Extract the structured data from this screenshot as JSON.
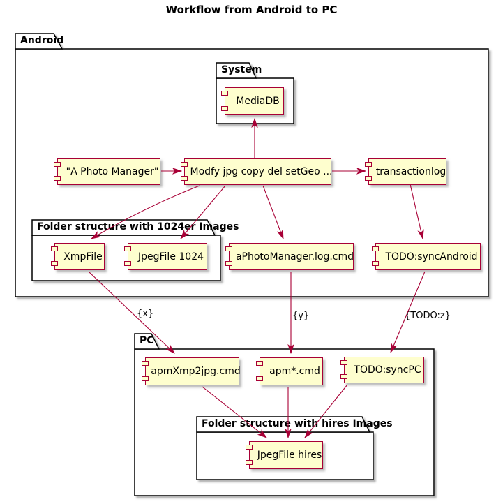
{
  "title": "Workflow from Android to PC",
  "packages": {
    "android": {
      "label": "Android"
    },
    "system": {
      "label": "System"
    },
    "folder1024": {
      "label": "Folder structure with 1024er Images"
    },
    "pc": {
      "label": "PC"
    },
    "folder_hires": {
      "label": "Folder structure with hires Images"
    }
  },
  "components": {
    "mediadb": {
      "label": "MediaDB"
    },
    "photo_manager": {
      "label": "\"A Photo Manager\""
    },
    "modfy": {
      "label": "Modfy jpg copy del setGeo ..."
    },
    "transactionlog": {
      "label": "transactionlog"
    },
    "xmpfile": {
      "label": "XmpFile"
    },
    "jpegfile1024": {
      "label": "JpegFile 1024"
    },
    "log_cmd": {
      "label": "aPhotoManager.log.cmd"
    },
    "todo_sync_android": {
      "label": "TODO:syncAndroid"
    },
    "apmxmp2jpg": {
      "label": "apmXmp2jpg.cmd"
    },
    "apm_cmd": {
      "label": "apm*.cmd"
    },
    "todo_sync_pc": {
      "label": "TODO:syncPC"
    },
    "jpegfile_hires": {
      "label": "JpegFile hires"
    }
  },
  "edge_labels": {
    "x": "{x}",
    "y": "{y}",
    "todoz": "{TODO:z}"
  },
  "edges": [
    {
      "from": "Modfy jpg copy del setGeo ...",
      "to": "MediaDB",
      "label": ""
    },
    {
      "from": "\"A Photo Manager\"",
      "to": "Modfy jpg copy del setGeo ...",
      "label": ""
    },
    {
      "from": "Modfy jpg copy del setGeo ...",
      "to": "transactionlog",
      "label": ""
    },
    {
      "from": "Modfy jpg copy del setGeo ...",
      "to": "XmpFile",
      "label": ""
    },
    {
      "from": "Modfy jpg copy del setGeo ...",
      "to": "JpegFile 1024",
      "label": ""
    },
    {
      "from": "Modfy jpg copy del setGeo ...",
      "to": "aPhotoManager.log.cmd",
      "label": ""
    },
    {
      "from": "transactionlog",
      "to": "TODO:syncAndroid",
      "label": ""
    },
    {
      "from": "XmpFile",
      "to": "apmXmp2jpg.cmd",
      "label": "{x}"
    },
    {
      "from": "aPhotoManager.log.cmd",
      "to": "apm*.cmd",
      "label": "{y}"
    },
    {
      "from": "TODO:syncAndroid",
      "to": "TODO:syncPC",
      "label": "{TODO:z}"
    },
    {
      "from": "apmXmp2jpg.cmd",
      "to": "JpegFile hires",
      "label": ""
    },
    {
      "from": "apm*.cmd",
      "to": "JpegFile hires",
      "label": ""
    },
    {
      "from": "TODO:syncPC",
      "to": "JpegFile hires",
      "label": ""
    }
  ],
  "colors": {
    "component_fill": "#FEFECE",
    "component_border": "#A80036",
    "arrow": "#A80036",
    "package_border": "#000000",
    "background": "#FFFFFF"
  }
}
